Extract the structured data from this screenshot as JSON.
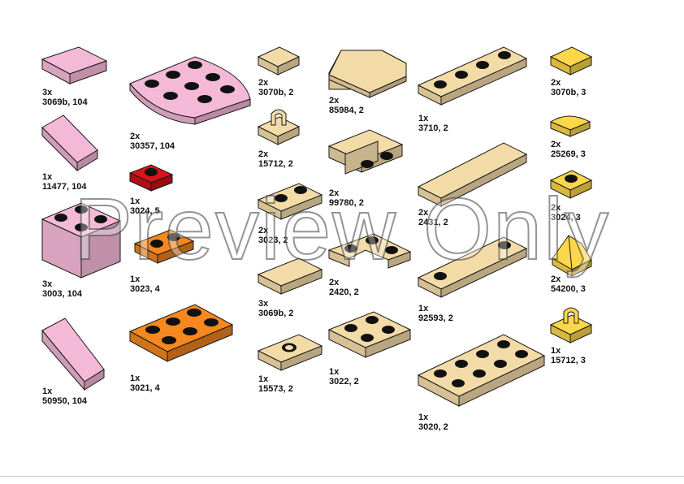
{
  "colors": {
    "pink": "#f5b9d8",
    "red": "#d9141a",
    "orange": "#f6881f",
    "tan": "#f3dba8",
    "yellow": "#fdd74a",
    "outline": "#1a1a1a",
    "stud_hole": "#111111"
  },
  "watermark": "Preview Only",
  "parts": [
    {
      "qty": "3x",
      "ref": "3069b, 104"
    },
    {
      "qty": "2x",
      "ref": "30357, 104"
    },
    {
      "qty": "1x",
      "ref": "11477, 104"
    },
    {
      "qty": "1x",
      "ref": "3024, 5"
    },
    {
      "qty": "3x",
      "ref": "3003, 104"
    },
    {
      "qty": "1x",
      "ref": "3023, 4"
    },
    {
      "qty": "1x",
      "ref": "50950, 104"
    },
    {
      "qty": "1x",
      "ref": "3021, 4"
    },
    {
      "qty": "2x",
      "ref": "3070b, 2"
    },
    {
      "qty": "2x",
      "ref": "15712, 2"
    },
    {
      "qty": "2x",
      "ref": "3023, 2"
    },
    {
      "qty": "3x",
      "ref": "3069b, 2"
    },
    {
      "qty": "1x",
      "ref": "15573, 2"
    },
    {
      "qty": "2x",
      "ref": "85984, 2"
    },
    {
      "qty": "2x",
      "ref": "99780, 2"
    },
    {
      "qty": "2x",
      "ref": "2420, 2"
    },
    {
      "qty": "1x",
      "ref": "3022, 2"
    },
    {
      "qty": "1x",
      "ref": "3710, 2"
    },
    {
      "qty": "2x",
      "ref": "2431, 2"
    },
    {
      "qty": "1x",
      "ref": "92593, 2"
    },
    {
      "qty": "1x",
      "ref": "3020, 2"
    },
    {
      "qty": "2x",
      "ref": "3070b, 3"
    },
    {
      "qty": "2x",
      "ref": "25269, 3"
    },
    {
      "qty": "2x",
      "ref": "3024, 3"
    },
    {
      "qty": "2x",
      "ref": "54200, 3"
    },
    {
      "qty": "1x",
      "ref": "15712, 3"
    }
  ]
}
